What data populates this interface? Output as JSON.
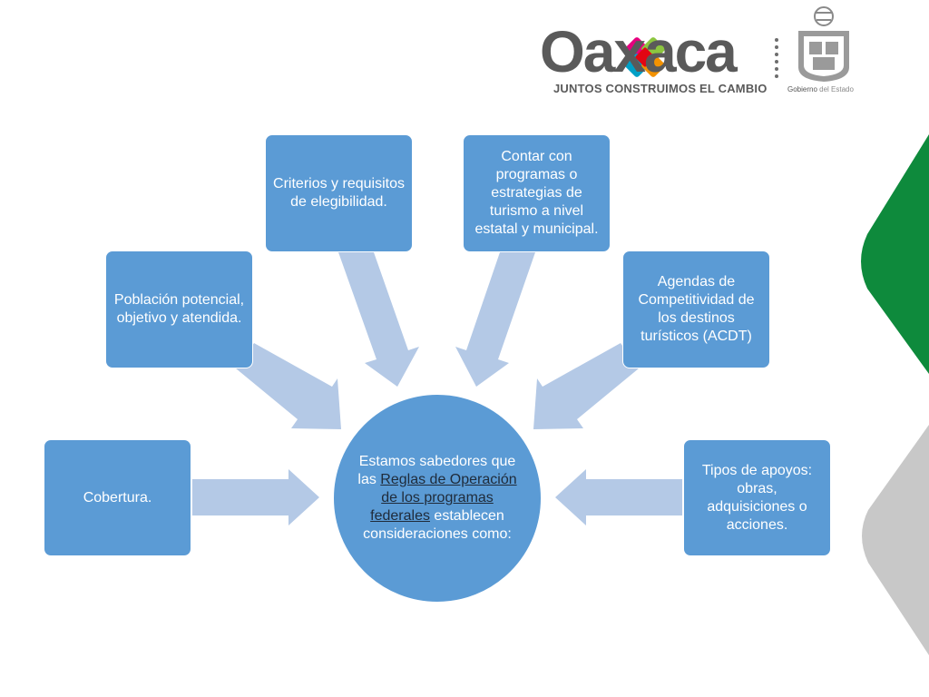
{
  "header": {
    "logo_word": "Oaxaca",
    "logo_tagline": "JUNTOS CONSTRUIMOS EL CAMBIO",
    "seal_caption_strong": "Gobierno",
    "seal_caption_light": " del Estado",
    "logo_palette": [
      "#e6007e",
      "#8cc63f",
      "#f39200",
      "#00a0c6",
      "#e30613"
    ]
  },
  "center": {
    "text_before": "Estamos sabedores que las ",
    "link_text": "Reglas de Operación de los programas federales",
    "text_after": " establecen consideraciones como:"
  },
  "nodes": [
    {
      "id": "cobertura",
      "label": "Cobertura."
    },
    {
      "id": "poblacion",
      "label": "Población potencial, objetivo y atendida."
    },
    {
      "id": "criterios",
      "label": "Criterios y requisitos de elegibilidad."
    },
    {
      "id": "programas",
      "label": "Contar con programas o estrategias de turismo a nivel estatal y municipal."
    },
    {
      "id": "agendas",
      "label": "Agendas de Competitividad de los destinos turísticos (ACDT)"
    },
    {
      "id": "apoyos",
      "label": "Tipos de apoyos: obras, adquisiciones o acciones."
    }
  ],
  "colors": {
    "node_fill": "#5b9bd5",
    "arrow_fill": "#b4c9e6",
    "deco_green": "#0e8a3c",
    "deco_gray": "#c8c8c8"
  }
}
